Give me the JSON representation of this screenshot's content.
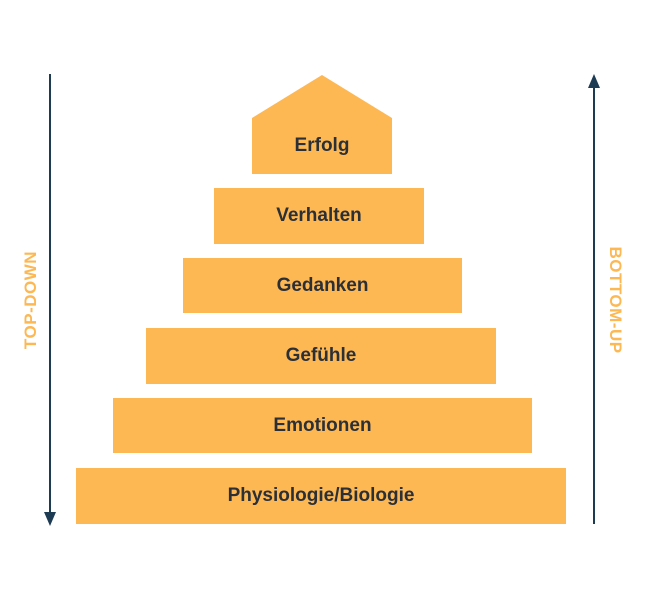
{
  "diagram": {
    "type": "pyramid",
    "colors": {
      "layer_fill": "#fdb853",
      "text": "#2b2f36",
      "arrow": "#1d3b53",
      "side_label": "#fdb853"
    },
    "top": {
      "label": "Erfolg"
    },
    "layers": [
      {
        "label": "Verhalten"
      },
      {
        "label": "Gedanken"
      },
      {
        "label": "Gefühle"
      },
      {
        "label": "Emotionen"
      },
      {
        "label": "Physiologie/Biologie"
      }
    ],
    "left_arrow": {
      "label": "TOP-DOWN",
      "direction": "down"
    },
    "right_arrow": {
      "label": "BOTTOM-UP",
      "direction": "up"
    }
  }
}
